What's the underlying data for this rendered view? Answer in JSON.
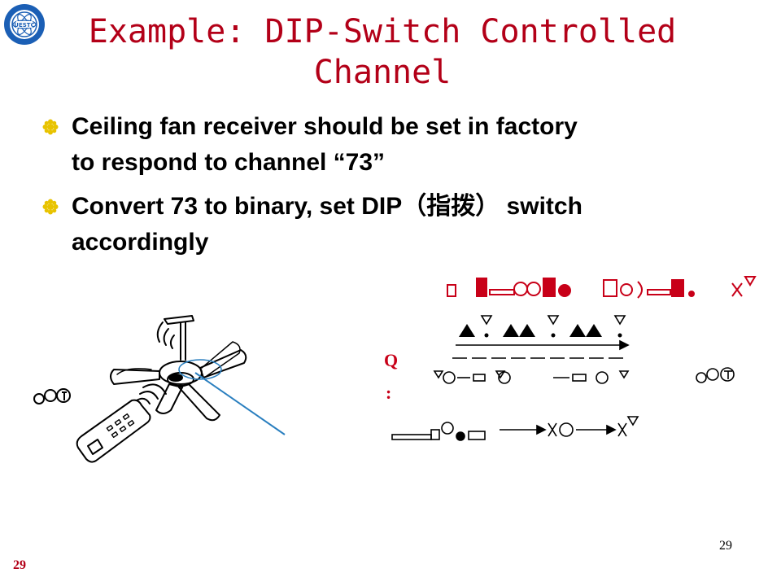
{
  "slide": {
    "title_line1": "Example: DIP-Switch Controlled",
    "title_line2": "Channel",
    "bullets": [
      {
        "line1": "Ceiling fan receiver should be set in factory",
        "line2": "to respond to channel “73”"
      },
      {
        "line1": "Convert 73 to binary, set DIP（指拨） switch",
        "line2": "accordingly"
      }
    ],
    "page_number": "29",
    "footer_number": "29"
  },
  "diagram": {
    "label_q": "Q",
    "label_colon": ":"
  },
  "colors": {
    "title": "#b30018",
    "bullet": "#e8c300",
    "line": "#2a7fbf"
  },
  "icons": {
    "logo": "university-seal-icon",
    "bullet": "flower-bullet-icon"
  }
}
